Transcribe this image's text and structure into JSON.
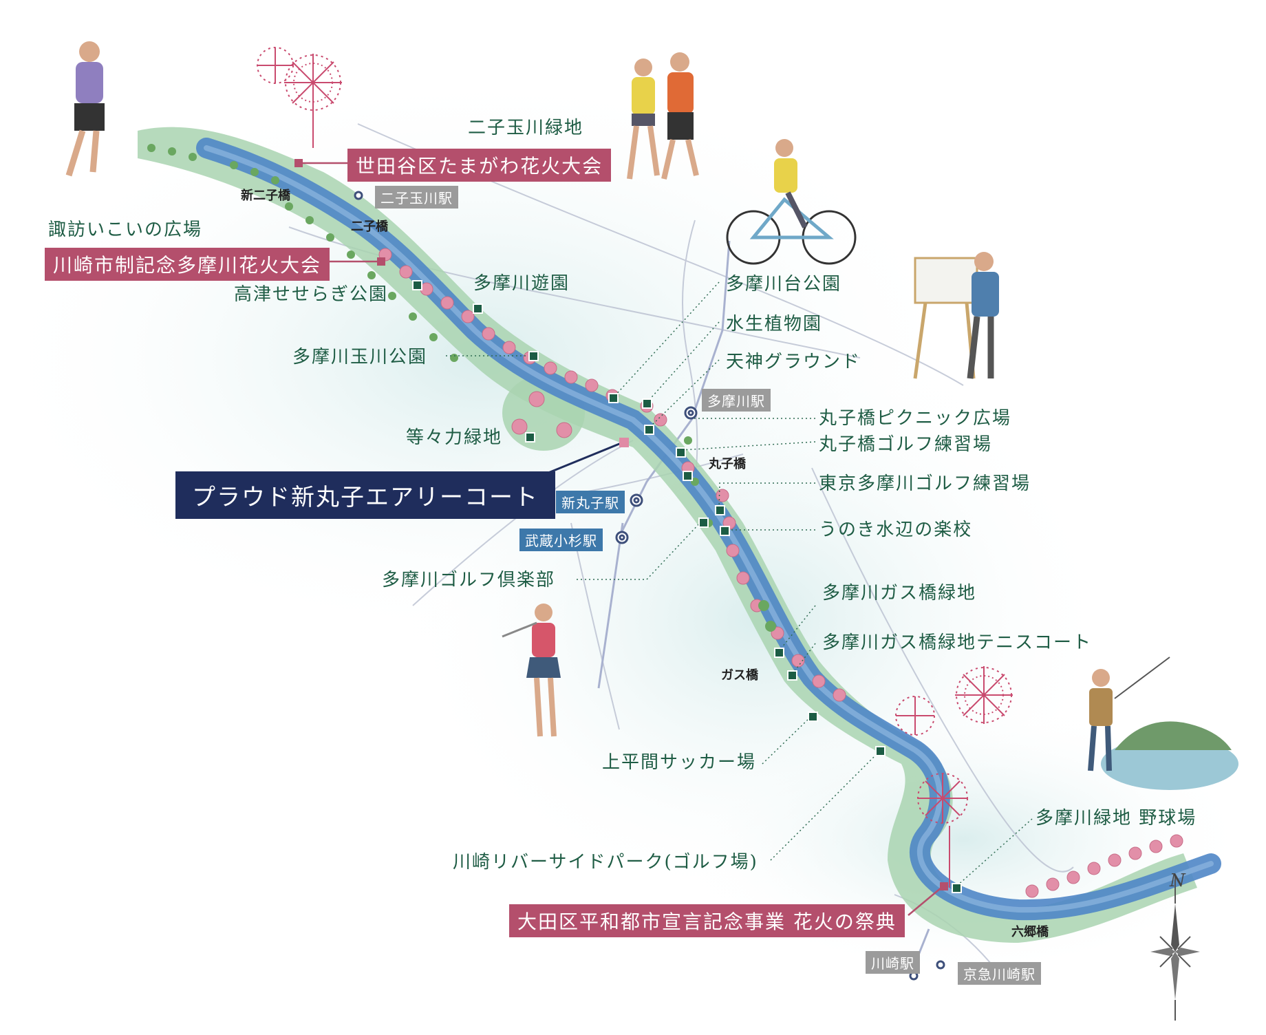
{
  "property": "プラウド新丸子エアリーコート",
  "fireworks": [
    "世田谷区たまがわ花火大会",
    "川崎市制記念多摩川花火大会",
    "大田区平和都市宣言記念事業 花火の祭典"
  ],
  "spots": {
    "futako_green": "二子玉川緑地",
    "suwa": "諏訪いこいの広場",
    "takatsu": "高津せせらぎ公園",
    "yuen": "多摩川遊園",
    "tamagawa_park": "多摩川玉川公園",
    "todoroki": "等々力緑地",
    "dai_park": "多摩川台公園",
    "aquatic": "水生植物園",
    "tenjin": "天神グラウンド",
    "picnic": "丸子橋ピクニック広場",
    "golf_range": "丸子橋ゴルフ練習場",
    "tokyo_golf": "東京多摩川ゴルフ練習場",
    "unoki": "うのき水辺の楽校",
    "golf_club": "多摩川ゴルフ倶楽部",
    "gas_green": "多摩川ガス橋緑地",
    "gas_tennis": "多摩川ガス橋緑地テニスコート",
    "soccer": "上平間サッカー場",
    "riverside": "川崎リバーサイドパーク(ゴルフ場)",
    "baseball": "多摩川緑地 野球場"
  },
  "stations": {
    "futakotamagawa": "二子玉川駅",
    "tamagawa": "多摩川駅",
    "shinmaruko": "新丸子駅",
    "musashikosugi": "武蔵小杉駅",
    "kawasaki": "川崎駅",
    "keikyu_kawasaki": "京急川崎駅"
  },
  "bridges": {
    "shin_futako": "新二子橋",
    "futako": "二子橋",
    "maruko": "丸子橋",
    "gas": "ガス橋",
    "rokugo": "六郷橋"
  },
  "compass": "N",
  "colors": {
    "river": "#4f86c6",
    "park": "#8fc29a",
    "firework_label": "#b44f6c",
    "property_label": "#1f2d5c",
    "spot_text": "#1e5c44",
    "spot_marker": "#1c5c44"
  }
}
